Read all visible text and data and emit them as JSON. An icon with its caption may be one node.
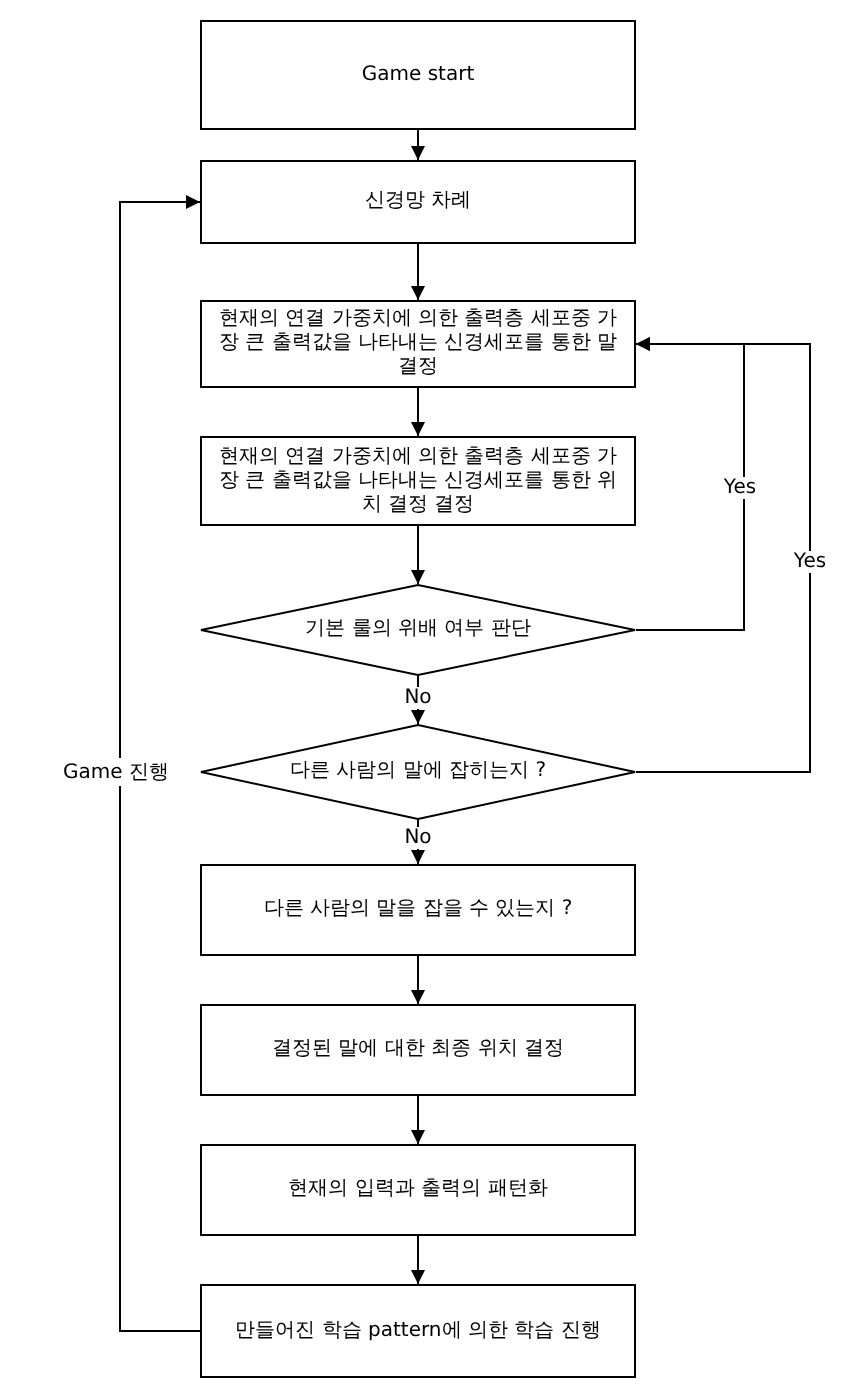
{
  "diagram": {
    "nodes": [
      {
        "text": [
          "Game start"
        ]
      },
      {
        "text": [
          "신경망 차례"
        ]
      },
      {
        "text": [
          "현재의 연결 가중치에 의한 출력층 세포중 가장 큰 출력값을 나타내는 신경세포를 통한 말 결정"
        ]
      },
      {
        "text": [
          "현재의 연결 가중치에 의한 출력층 세포중 가장 큰 출력값을 나타내는 신경세포를 통한 위치 결정 결정"
        ]
      },
      {
        "text": [
          "기본 룰의 위배 여부 판단"
        ]
      },
      {
        "text": [
          "다른 사람의 말에 잡히는지 ?"
        ]
      },
      {
        "text": [
          "다른 사람의 말을 잡을 수 있는지 ?"
        ]
      },
      {
        "text": [
          "결정된 말에 대한 최종 위치 결정"
        ]
      },
      {
        "text": [
          "현재의 입력과 출력의 패턴화"
        ]
      },
      {
        "text": [
          "만들어진 학습 pattern에 의한 학습 진행"
        ]
      }
    ],
    "edges": [
      {
        "from": 0,
        "to": 1,
        "arrow": "to"
      },
      {
        "from": 1,
        "to": 2,
        "arrow": "to"
      },
      {
        "from": 2,
        "to": 3,
        "arrow": "to"
      },
      {
        "from": 3,
        "to": 4,
        "arrow": "to"
      },
      {
        "from": 4,
        "to": 5,
        "arrow": "to",
        "label": "No"
      },
      {
        "from": 5,
        "to": 6,
        "arrow": "to",
        "label": "No"
      },
      {
        "from": 6,
        "to": 7,
        "arrow": "to"
      },
      {
        "from": 7,
        "to": 8,
        "arrow": "to"
      },
      {
        "from": 8,
        "to": 9,
        "arrow": "to"
      },
      {
        "from": 4,
        "to": 2,
        "arrow": "to",
        "label": "Yes"
      },
      {
        "from": 5,
        "to": 2,
        "arrow": "to",
        "label": "Yes"
      },
      {
        "from": 9,
        "to": 1,
        "arrow": "to",
        "label": "Game 진행"
      }
    ]
  }
}
